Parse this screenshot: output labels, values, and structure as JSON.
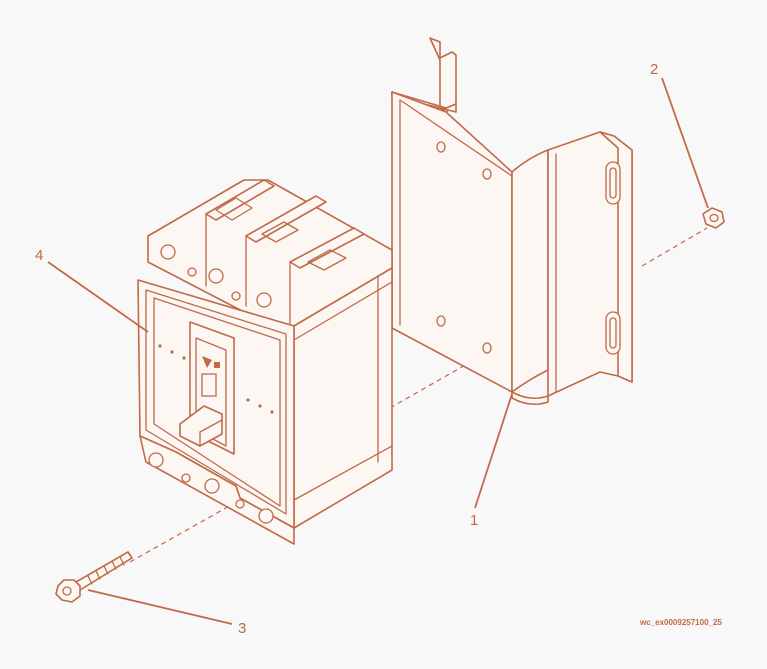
{
  "callouts": [
    {
      "number": "1",
      "part": "mounting-bracket"
    },
    {
      "number": "2",
      "part": "nut"
    },
    {
      "number": "3",
      "part": "screw"
    },
    {
      "number": "4",
      "part": "circuit-breaker"
    }
  ],
  "reference_code": "wc_ex0009257100_25",
  "colors": {
    "line": "#c06a48",
    "fill": "#fdf7f4",
    "background": "#f8f8f8"
  }
}
